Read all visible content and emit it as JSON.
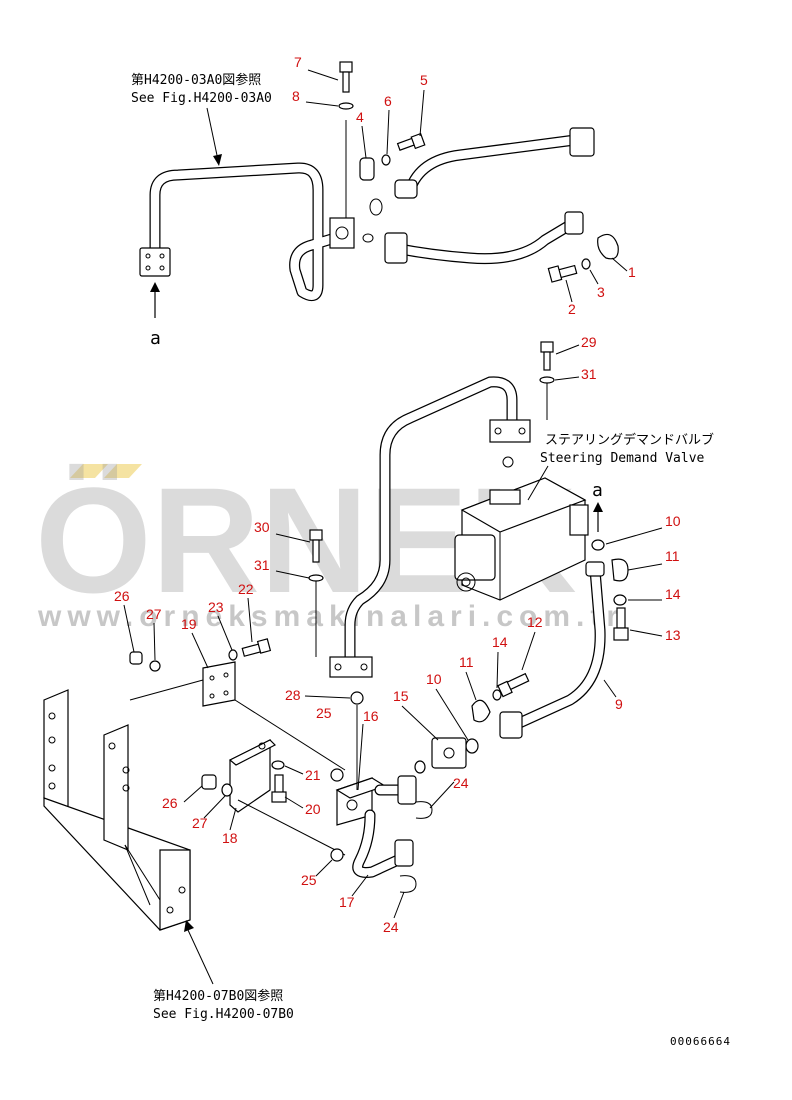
{
  "references": {
    "top_jp": "第H4200-03A0図参照",
    "top_en": "See Fig.H4200-03A0",
    "bottom_jp": "第H4200-07B0図参照",
    "bottom_en": "See Fig.H4200-07B0"
  },
  "component": {
    "name_jp": "ステアリングデマンドバルブ",
    "name_en": "Steering Demand Valve"
  },
  "connection_marks": [
    "a",
    "a"
  ],
  "callouts": [
    "7",
    "8",
    "4",
    "6",
    "5",
    "1",
    "3",
    "2",
    "29",
    "31",
    "10",
    "11",
    "14",
    "13",
    "9",
    "12",
    "11",
    "10",
    "30",
    "31",
    "22",
    "23",
    "26",
    "27",
    "19",
    "28",
    "25",
    "16",
    "15",
    "24",
    "21",
    "20",
    "26",
    "27",
    "18",
    "25",
    "17",
    "24"
  ],
  "drawing_number": "00066664",
  "watermark": {
    "brand": "ÖRNEK",
    "url": "www.orneksmakinalari.com.tr"
  }
}
